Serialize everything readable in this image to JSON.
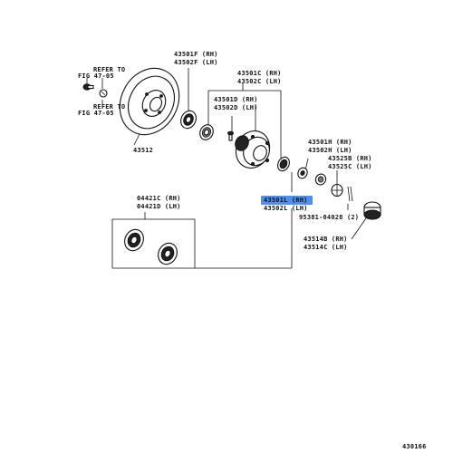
{
  "diagram_id": "430166",
  "refer_notes": [
    "REFER TO",
    "FIG 47-05",
    "REFER TO",
    "FIG 47-05"
  ],
  "labels": {
    "l43501F": "43501F (RH)",
    "l43502F": "43502F (LH)",
    "l43512": "43512",
    "l43501C": "43501C (RH)",
    "l43502C": "43502C (LH)",
    "l43501D": "43501D (RH)",
    "l43502D": "43502D (LH)",
    "l43501H": "43501H (RH)",
    "l43502H": "43502H (LH)",
    "l43525B": "43525B (RH)",
    "l43525C": "43525C (LH)",
    "l43501L": "43501L (RH)",
    "l43502L": "43502L (LH)",
    "l95381": "95381-04028 (2)",
    "l43514B": "43514B (RH)",
    "l43514C": "43514C (LH)",
    "l04421C": "04421C (RH)",
    "l04421D": "04421D (LH)"
  },
  "highlight_color": "#2f7de8"
}
